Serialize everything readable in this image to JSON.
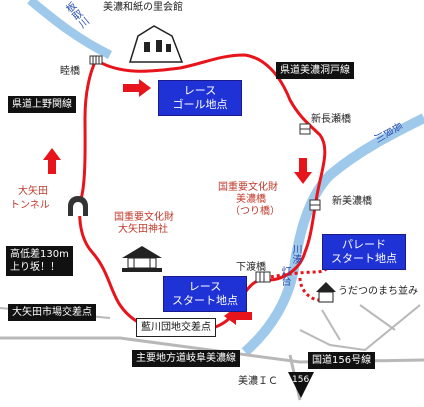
{
  "places": {
    "washi_village": "美濃和紙の里会館",
    "mutsumi_bridge": "睦橋",
    "shin_nagase_bridge": "新長瀬橋",
    "shin_mino_bridge": "新美濃橋",
    "shimowatari_bridge": "下渡橋",
    "oyada_tunnel_l1": "大矢田",
    "oyada_tunnel_l2": "トンネル",
    "oyada_shrine_l1": "国重要文化財",
    "oyada_shrine_l2": "大矢田神社",
    "mino_bridge_l1": "国重要文化財",
    "mino_bridge_l2": "美濃橋",
    "mino_bridge_l3": "（つり橋）",
    "udatsu": "うだつのまち並み",
    "mino_ic": "美濃ＩＣ",
    "minatotodai_l1": "川湊",
    "minatotodai_l2": "灯台",
    "itadori_river": "板取川",
    "nagara_river": "長良川"
  },
  "roads": {
    "kamino_seki": "県道上野関線",
    "mino_horado": "県道美濃洞戸線",
    "gifu_mino": "主要地方道岐阜美濃線",
    "route156": "国道156号線",
    "route_shield": "156"
  },
  "intersections": {
    "oyada_market": "大矢田市場交差点",
    "aikawa_danchi": "藍川団地交差点"
  },
  "race": {
    "goal_l1": "レース",
    "goal_l2": "ゴール地点",
    "start_l1": "レース",
    "start_l2": "スタート地点",
    "parade_l1": "パレード",
    "parade_l2": "スタート地点"
  },
  "elevation": {
    "line1": "高低差130m",
    "line2": "上り坂！！"
  },
  "colors": {
    "course": "#e8141b",
    "road": "#b8b8b8",
    "river": "#9fc9ea",
    "blue_box": "#1f32d6",
    "arrow": "#e8141b"
  }
}
